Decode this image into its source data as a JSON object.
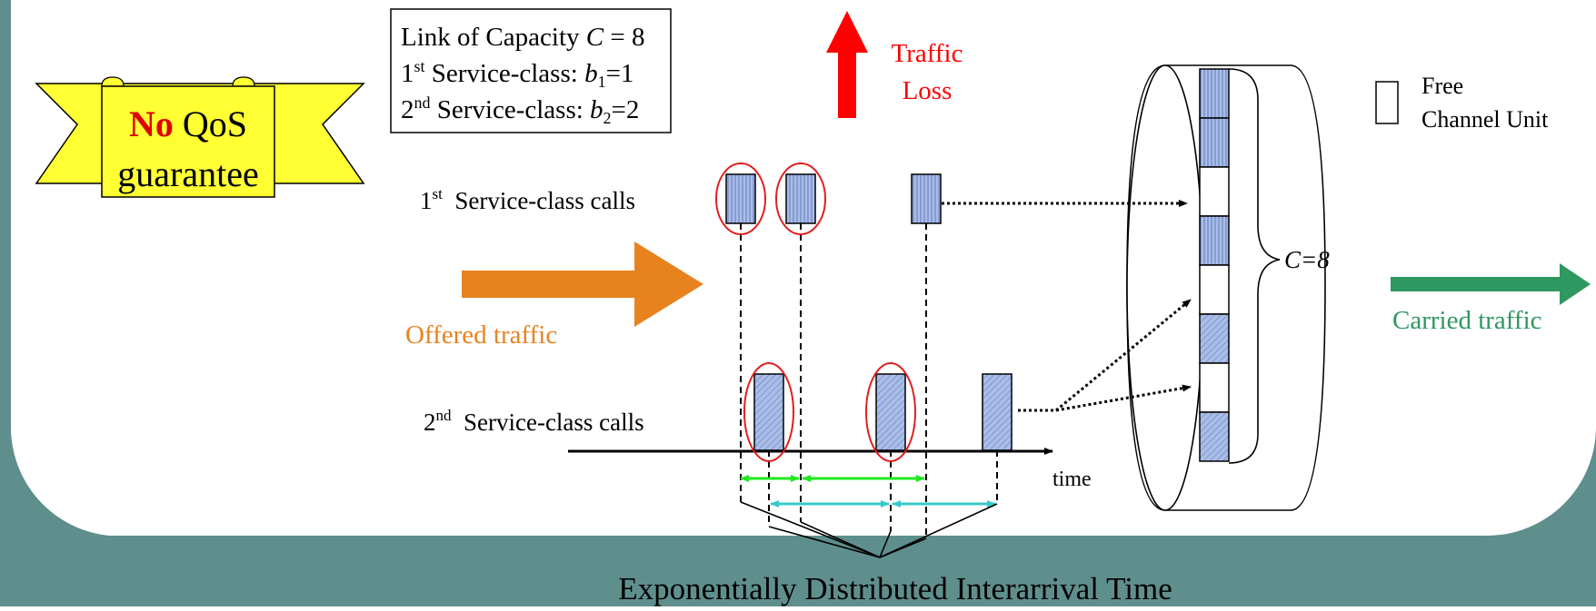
{
  "colors": {
    "frame": "#5f8f8d",
    "banner": "#ffff33",
    "no_red": "#e00000",
    "offered": "#e8821f",
    "loss": "#ff0000",
    "carried": "#2e9860",
    "call_fill": "#a9bde8",
    "blocked_ring": "#e02020",
    "interval_1": "#1fe81f",
    "interval_2": "#38c9c9",
    "free_unit": "#ffffff"
  },
  "banner": {
    "no": "No",
    "qos": " QoS",
    "guarantee": "guarantee"
  },
  "infobox": {
    "line1_prefix": "Link of Capacity ",
    "line1_var": "C",
    "line1_suffix": " = 8",
    "line2_num": "1",
    "line2_sup": "st",
    "line2_text": " Service-class: ",
    "line2_var": "b",
    "line2_sub": "1",
    "line2_val": "=1",
    "line3_num": "2",
    "line3_sup": "nd",
    "line3_text": " Service-class: ",
    "line3_var": "b",
    "line3_sub": "2",
    "line3_val": "=2"
  },
  "traffic_loss": {
    "line1": "Traffic",
    "line2": "Loss"
  },
  "legend": {
    "line1": "Free",
    "line2": "Channel Unit"
  },
  "labels": {
    "class1_num": "1",
    "class1_sup": "st",
    "class1_text": "  Service-class calls",
    "class2_num": "2",
    "class2_sup": "nd",
    "class2_text": "  Service-class calls",
    "offered": "Offered traffic",
    "carried": "Carried traffic",
    "time": "time",
    "capacity": "C=8",
    "interarrival": "Exponentially Distributed Interarrival Time"
  },
  "link": {
    "capacity": 8,
    "units": [
      "class1",
      "class1",
      "free",
      "class1",
      "free",
      "class2",
      "free",
      "class2"
    ]
  },
  "calls": {
    "class1": [
      {
        "status": "blocked"
      },
      {
        "status": "blocked"
      },
      {
        "status": "accepted"
      }
    ],
    "class2": [
      {
        "status": "blocked"
      },
      {
        "status": "blocked"
      },
      {
        "status": "accepted"
      }
    ]
  }
}
